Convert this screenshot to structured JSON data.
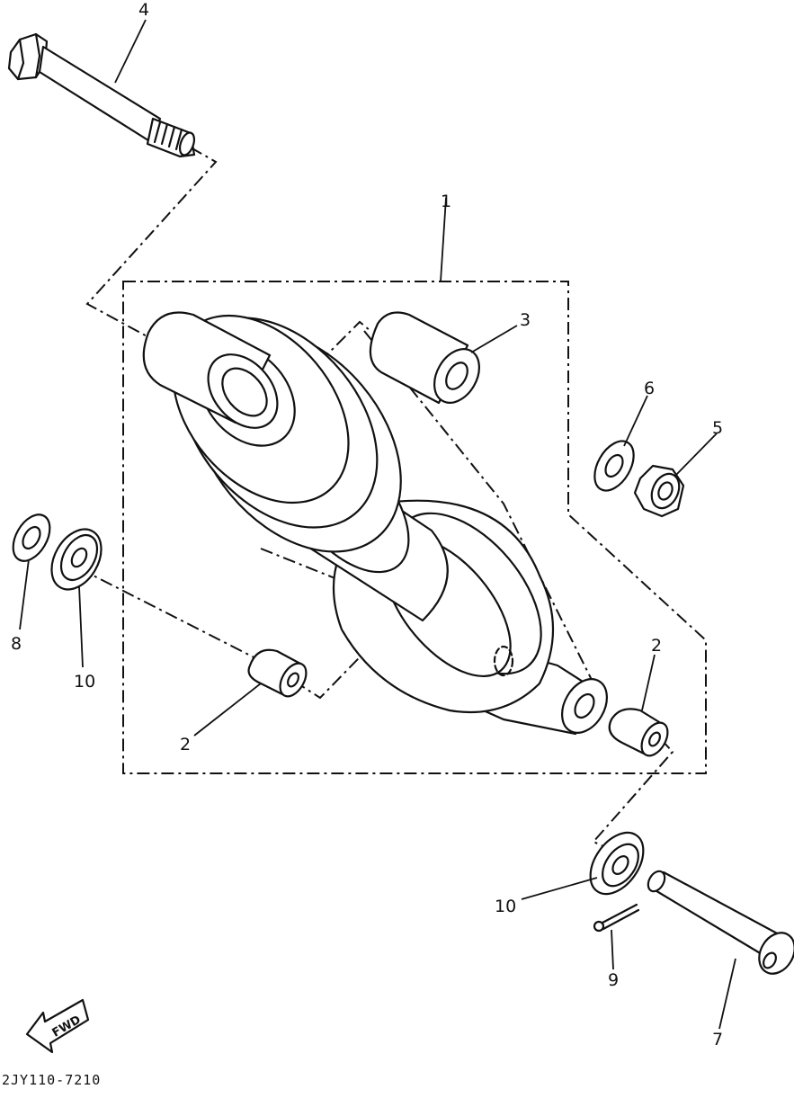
{
  "callouts": {
    "c1": "1",
    "c2a": "2",
    "c2b": "2",
    "c3": "3",
    "c4": "4",
    "c5": "5",
    "c6": "6",
    "c7": "7",
    "c8": "8",
    "c9": "9",
    "c10a": "10",
    "c10b": "10"
  },
  "fwd_label": "FWD",
  "drawing_code": "2JY110-7210",
  "colors": {
    "ink": "#111111",
    "paper": "#ffffff"
  },
  "icons": {
    "direction": "fwd-arrow-icon"
  }
}
